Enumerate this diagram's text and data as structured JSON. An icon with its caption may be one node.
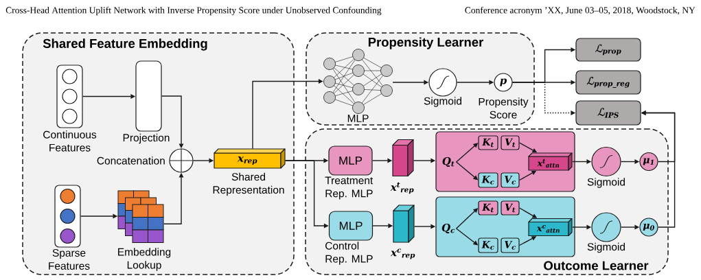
{
  "diagram": {
    "nodes": [
      {
        "text": [
          "Shared Feature Embedding"
        ]
      },
      {
        "text": [],
        "shape": "box",
        "in": 0,
        "beside": [
          "Continuous Features"
        ]
      },
      {
        "text": [],
        "shape": "box",
        "in": 0,
        "beside": [
          "Projection"
        ]
      },
      {
        "text": [],
        "shape": "box",
        "in": 0,
        "beside": [
          "Sparse Features"
        ]
      },
      {
        "text": [],
        "shape": "picture",
        "in": 0,
        "beside": [
          "Embedding Lookup"
        ]
      },
      {
        "text": [],
        "shape": "circle",
        "in": 0,
        "beside": [
          "Concatenation"
        ]
      },
      {
        "text": [
          "x$_{rep}$"
        ],
        "in": 0,
        "beside": [
          "Shared Representation"
        ]
      },
      {
        "text": [
          "Propensity Learner"
        ]
      },
      {
        "text": [],
        "shape": "picture",
        "in": 7,
        "beside": [
          "MLP"
        ]
      },
      {
        "text": [],
        "shape": "circle",
        "in": 7,
        "beside": [
          "Sigmoid"
        ]
      },
      {
        "text": [
          "p"
        ],
        "in": 7,
        "beside": [
          "Propensity Score"
        ]
      },
      {
        "text": [
          "ℒ$_{prop}$"
        ]
      },
      {
        "text": [
          "ℒ$_{prop_reg}$"
        ]
      },
      {
        "text": [
          "ℒ$_{IPS}$"
        ]
      },
      {
        "text": [
          "Outcome Learner"
        ]
      },
      {
        "text": [
          "MLP"
        ],
        "in": 14,
        "beside": [
          "Treatment Rep. MLP"
        ]
      },
      {
        "text": [
          "MLP"
        ],
        "in": 14,
        "beside": [
          "Control Rep. MLP"
        ]
      },
      {
        "text": [],
        "shape": "box",
        "in": 14,
        "beside": [
          "x$^{t}$$_{rep}$"
        ]
      },
      {
        "text": [],
        "shape": "box",
        "in": 14,
        "beside": [
          "x$^{c}$$_{rep}$"
        ]
      },
      {
        "text": [],
        "shape": "box",
        "in": 14
      },
      {
        "text": [
          "Q$_{t}$"
        ],
        "in": 19
      },
      {
        "text": [
          "K$_{t}$"
        ],
        "in": 19
      },
      {
        "text": [
          "V$_{t}$"
        ],
        "in": 19
      },
      {
        "text": [
          "K$_{c}$"
        ],
        "in": 19
      },
      {
        "text": [
          "V$_{c}$"
        ],
        "in": 19
      },
      {
        "text": [
          "x$^{t}$$_{attn}$"
        ],
        "in": 19
      },
      {
        "text": [],
        "shape": "box",
        "in": 14
      },
      {
        "text": [
          "Q$_{c}$"
        ],
        "in": 26
      },
      {
        "text": [
          "K$_{t}$"
        ],
        "in": 26
      },
      {
        "text": [
          "V$_{t}$"
        ],
        "in": 26
      },
      {
        "text": [
          "K$_{c}$"
        ],
        "in": 26
      },
      {
        "text": [
          "V$_{c}$"
        ],
        "in": 26
      },
      {
        "text": [
          "x$^{c}$$_{attn}$"
        ],
        "in": 26
      },
      {
        "text": [],
        "shape": "circle",
        "in": 14,
        "beside": [
          "Sigmoid"
        ]
      },
      {
        "text": [
          "μ$_{1}$"
        ],
        "in": 14
      },
      {
        "text": [],
        "shape": "circle",
        "in": 14,
        "beside": [
          "Sigmoid"
        ]
      },
      {
        "text": [
          "μ$_{0}$"
        ],
        "in": 14
      }
    ],
    "edges": [
      {
        "from": 1,
        "to": 2,
        "arrow": "to"
      },
      {
        "from": 2,
        "to": 5,
        "arrow": "to"
      },
      {
        "from": 4,
        "to": 5,
        "arrow": "to"
      },
      {
        "from": 3,
        "to": 4,
        "arrow": "to"
      },
      {
        "from": 5,
        "to": 6,
        "arrow": "to"
      },
      {
        "from": 6,
        "to": 8,
        "arrow": "to"
      },
      {
        "from": 8,
        "to": 9,
        "arrow": "to"
      },
      {
        "from": 9,
        "to": 10,
        "arrow": "to"
      },
      {
        "from": 10,
        "to": 11,
        "arrow": "to"
      },
      {
        "from": 10,
        "to": 12,
        "arrow": "to"
      },
      {
        "from": 10,
        "to": 13,
        "arrow": "to",
        "style": "dashed"
      },
      {
        "from": 6,
        "to": 15,
        "arrow": "to"
      },
      {
        "from": 6,
        "to": 16,
        "arrow": "to"
      },
      {
        "from": 15,
        "to": 17,
        "arrow": "to"
      },
      {
        "from": 16,
        "to": 18,
        "arrow": "to"
      },
      {
        "from": 17,
        "to": 19,
        "arrow": "to"
      },
      {
        "from": 18,
        "to": 26,
        "arrow": "to"
      },
      {
        "from": 20,
        "to": 21,
        "arrow": "to"
      },
      {
        "from": 20,
        "to": 23,
        "arrow": "to"
      },
      {
        "from": 22,
        "to": 25,
        "arrow": "to"
      },
      {
        "from": 24,
        "to": 25,
        "arrow": "to"
      },
      {
        "from": 27,
        "to": 28,
        "arrow": "to"
      },
      {
        "from": 27,
        "to": 30,
        "arrow": "to"
      },
      {
        "from": 29,
        "to": 32,
        "arrow": "to"
      },
      {
        "from": 31,
        "to": 32,
        "arrow": "to"
      },
      {
        "from": 25,
        "to": 33,
        "arrow": "to"
      },
      {
        "from": 33,
        "to": 34,
        "arrow": "to"
      },
      {
        "from": 32,
        "to": 35,
        "arrow": "to"
      },
      {
        "from": 35,
        "to": 36,
        "arrow": "to"
      },
      {
        "from": 34,
        "to": 13,
        "arrow": "to"
      },
      {
        "from": 36,
        "to": 13,
        "arrow": "to"
      }
    ],
    "labels": [
      "Cross-Head Attention Uplift Network with Inverse Propensity Score under Unobserved Confounding",
      "Conference acronym ’XX, June 03–05, 2018, Woodstock, NY"
    ]
  }
}
